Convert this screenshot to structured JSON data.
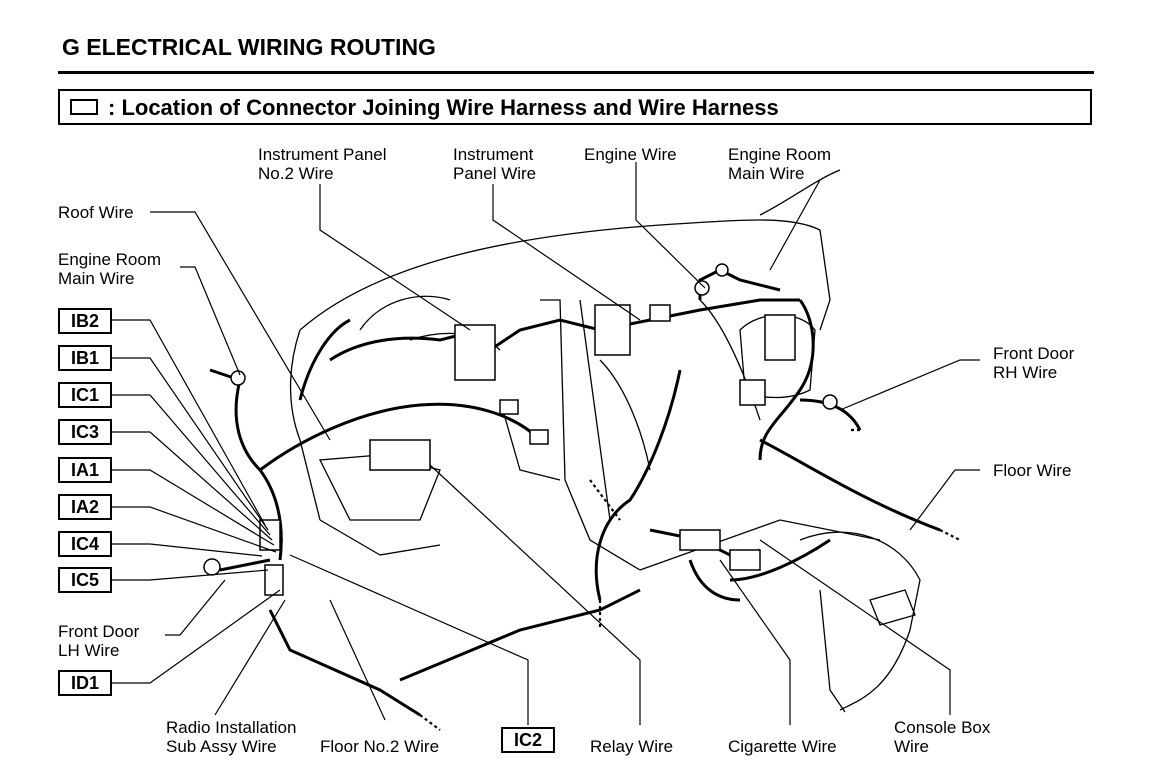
{
  "page": {
    "title": "G  ELECTRICAL WIRING ROUTING",
    "subtitle": ": Location of Connector Joining Wire Harness and Wire Harness"
  },
  "labels": {
    "instrument_panel_no2_wire": "Instrument Panel\nNo.2 Wire",
    "instrument_panel_wire": "Instrument\nPanel Wire",
    "engine_wire": "Engine Wire",
    "engine_room_main_wire_top": "Engine Room\nMain Wire",
    "roof_wire": "Roof Wire",
    "engine_room_main_wire_left": "Engine Room\nMain Wire",
    "front_door_rh_wire": "Front Door\nRH Wire",
    "floor_wire": "Floor Wire",
    "front_door_lh_wire": "Front Door\nLH Wire",
    "radio_installation_sub_assy_wire": "Radio Installation\nSub Assy Wire",
    "floor_no2_wire": "Floor No.2 Wire",
    "relay_wire": "Relay Wire",
    "cigarette_wire": "Cigarette Wire",
    "console_box_wire": "Console Box\nWire"
  },
  "connectors": {
    "ib2": "IB2",
    "ib1": "IB1",
    "ic1": "IC1",
    "ic3": "IC3",
    "ia1": "IA1",
    "ia2": "IA2",
    "ic4": "IC4",
    "ic5": "IC5",
    "id1": "ID1",
    "ic2": "IC2"
  }
}
